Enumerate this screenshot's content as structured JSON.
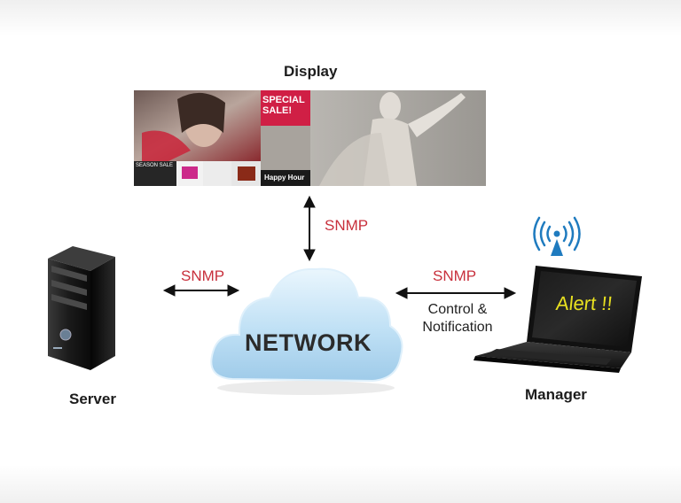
{
  "display": {
    "label": "Display",
    "special_sale": "SPECIAL SALE!",
    "happy_hour": "Happy Hour",
    "season_sale": "SEASON SALE"
  },
  "network": {
    "label": "NETWORK"
  },
  "server": {
    "label": "Server"
  },
  "manager": {
    "label": "Manager",
    "alert": "Alert !!"
  },
  "links": {
    "top": "SNMP",
    "left": "SNMP",
    "right": "SNMP",
    "right_sub": [
      "Control &",
      "Notification"
    ]
  },
  "colors": {
    "snmp": "#c8303c",
    "cloud": "#bfe0f5",
    "alert": "#e8e020",
    "signal": "#1f7bbf"
  }
}
